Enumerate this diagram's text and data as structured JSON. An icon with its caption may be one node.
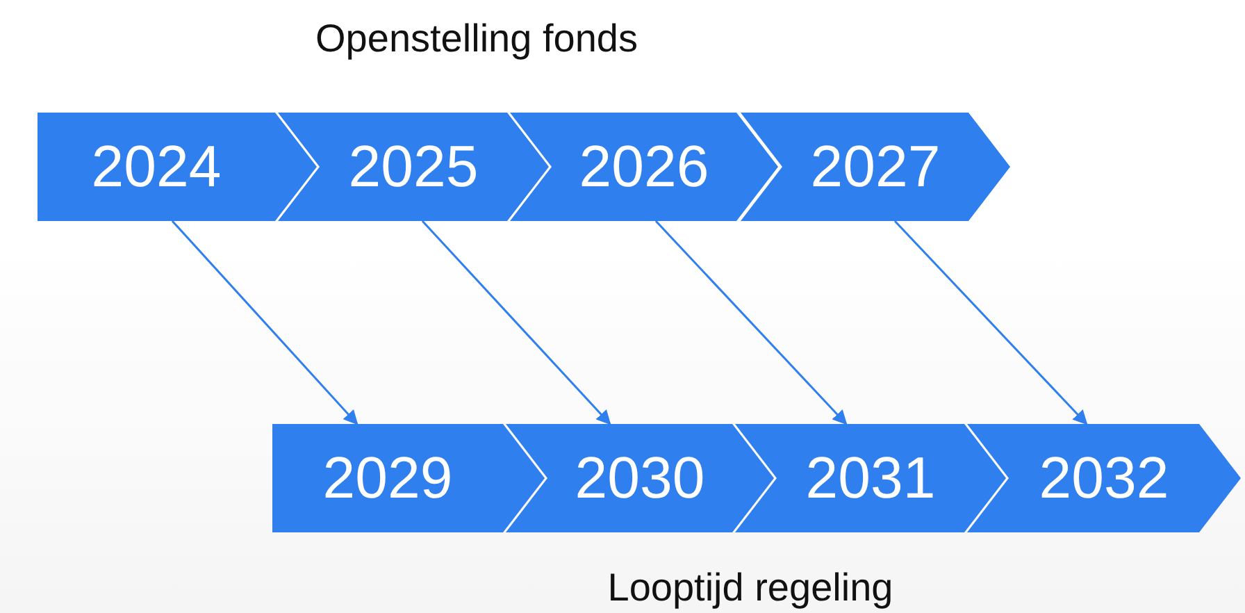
{
  "diagram": {
    "nodes": [
      {
        "text": [
          "2024"
        ]
      },
      {
        "text": [
          "2025"
        ]
      },
      {
        "text": [
          "2026"
        ]
      },
      {
        "text": [
          "2027"
        ]
      },
      {
        "text": [
          "2029"
        ]
      },
      {
        "text": [
          "2030"
        ]
      },
      {
        "text": [
          "2031"
        ]
      },
      {
        "text": [
          "2032"
        ]
      }
    ],
    "edges": [
      {
        "from": 0,
        "to": 4,
        "arrow": "to"
      },
      {
        "from": 1,
        "to": 5,
        "arrow": "to"
      },
      {
        "from": 2,
        "to": 6,
        "arrow": "to"
      },
      {
        "from": 3,
        "to": 7,
        "arrow": "to"
      }
    ],
    "labels": [
      "Openstelling fonds",
      "Looptijd regeling"
    ]
  }
}
